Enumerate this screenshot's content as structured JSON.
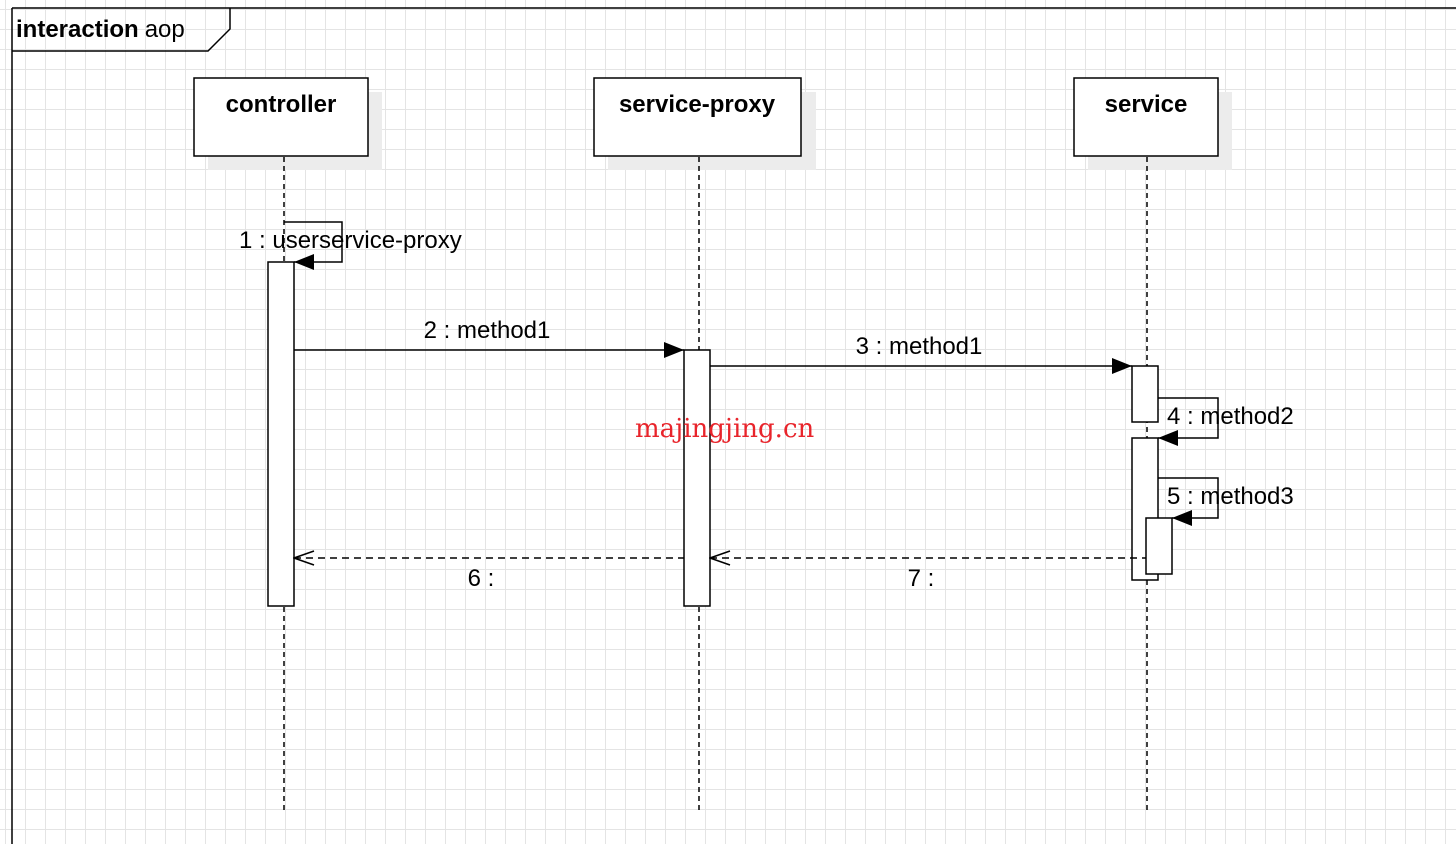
{
  "frame": {
    "keyword": "interaction",
    "name": "aop"
  },
  "lifelines": [
    {
      "name": "controller"
    },
    {
      "name": "service-proxy"
    },
    {
      "name": "service"
    }
  ],
  "messages": [
    {
      "label": "1 : userservice-proxy",
      "kind": "self-call"
    },
    {
      "label": "2 : method1",
      "kind": "call"
    },
    {
      "label": "3 : method1",
      "kind": "call"
    },
    {
      "label": "4 : method2",
      "kind": "self-call"
    },
    {
      "label": "5 : method3",
      "kind": "self-call"
    },
    {
      "label": "6 :",
      "kind": "return"
    },
    {
      "label": "7 :",
      "kind": "return"
    }
  ],
  "watermark": "majingjing.cn"
}
